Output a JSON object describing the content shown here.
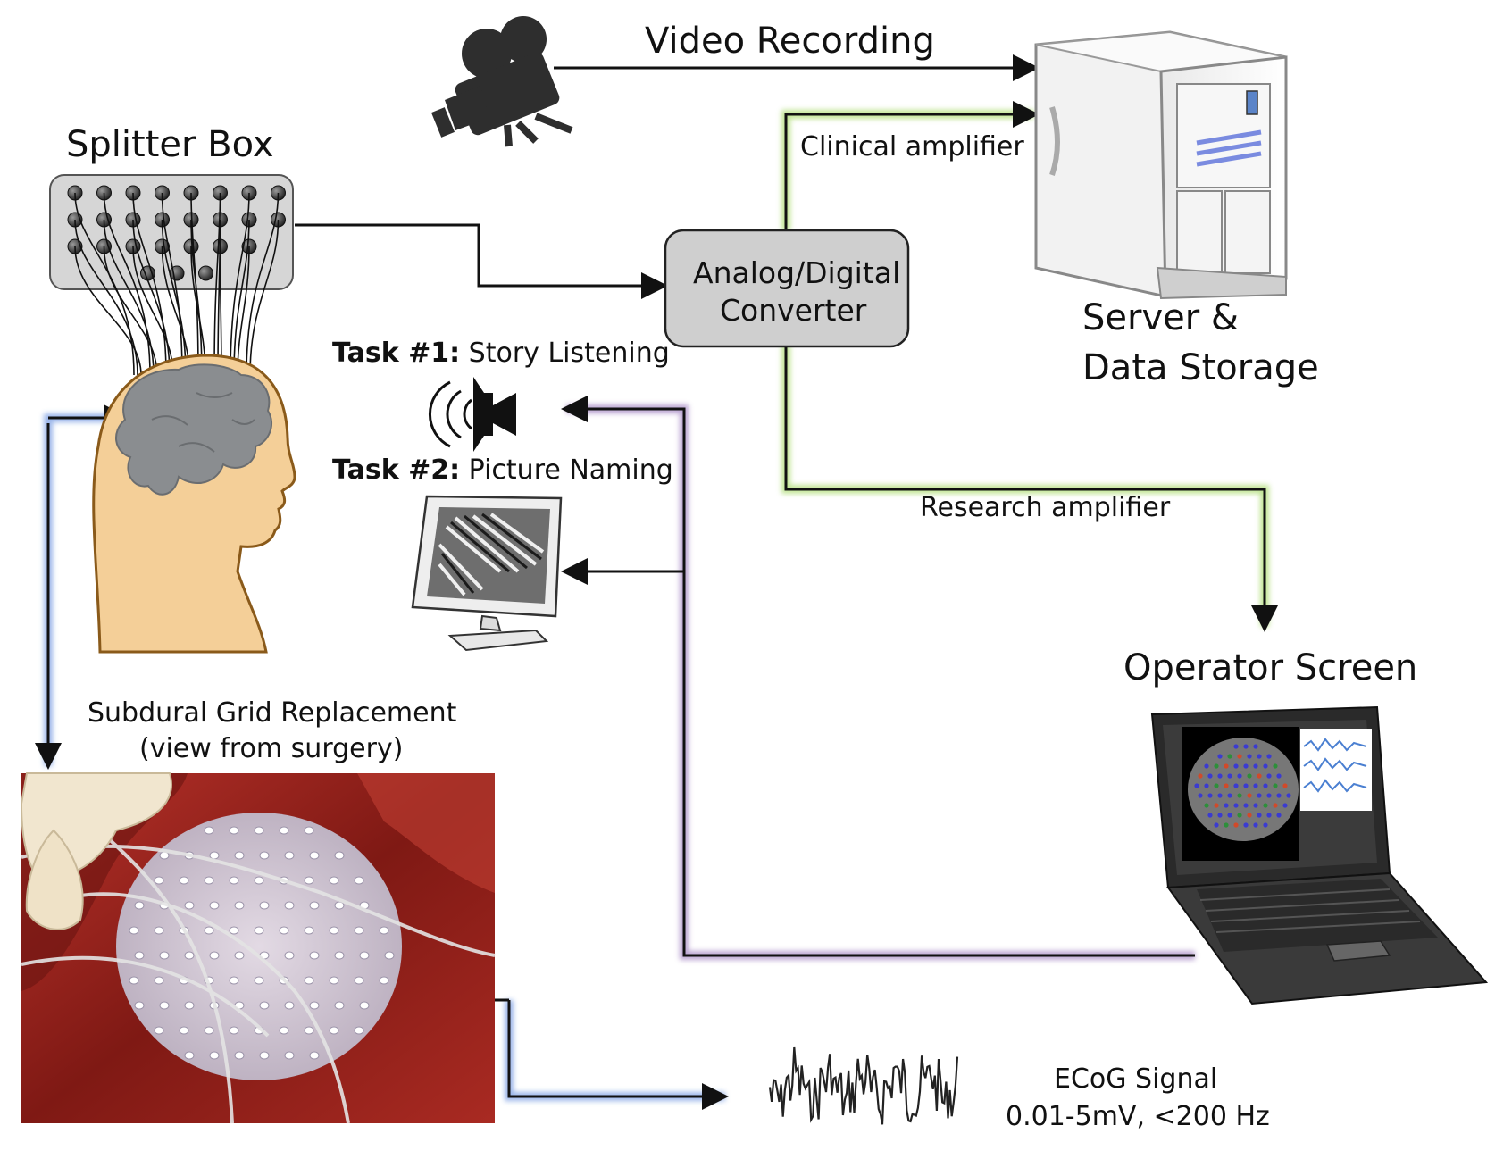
{
  "labels": {
    "video_recording": "Video Recording",
    "splitter_box": "Splitter Box",
    "clinical_amplifier": "Clinical amplifier",
    "adc_line1": "Analog/Digital",
    "adc_line2": "Converter",
    "server_line1": "Server &",
    "server_line2": "Data Storage",
    "task1_prefix": "Task #1:",
    "task1_name": "Story Listening",
    "task2_prefix": "Task #2:",
    "task2_name": "Picture Naming",
    "research_amplifier": "Research amplifier",
    "operator_screen": "Operator Screen",
    "subdural_line1": "Subdural Grid Replacement",
    "subdural_line2": "(view from surgery)",
    "ecog_line1": "ECoG Signal",
    "ecog_line2": "0.01-5mV, <200 Hz"
  },
  "colors": {
    "video_link": "#e06a5a",
    "clinical_link": "#8ecf3c",
    "research_link": "#8ecf3c",
    "task_link": "#7a4ea8",
    "signal_link": "#3a6fd6",
    "brain": "#8a8d90",
    "head": "#f4cf98",
    "head_outline": "#8a5a1a",
    "adc_box": "#cfcfcf",
    "splitter_box": "#d6d6d6",
    "surgery_tissue": "#8e1f18"
  },
  "icons": [
    "video-camera-icon",
    "server-icon",
    "speaker-icon",
    "monitor-icon",
    "laptop-icon",
    "head-icon",
    "brain-icon",
    "ecog-waveform-icon"
  ]
}
